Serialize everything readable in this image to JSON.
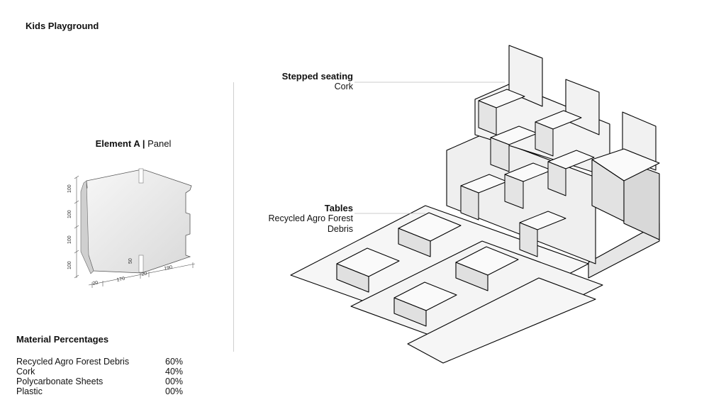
{
  "title": "Kids Playground",
  "element": {
    "name": "Element A |",
    "type": "Panel"
  },
  "dimensions": {
    "heights": [
      "100",
      "100",
      "100",
      "100"
    ],
    "widths": [
      "20",
      "170",
      "20",
      "190"
    ],
    "notch": "50"
  },
  "callouts": {
    "stepped": {
      "heading": "Stepped seating",
      "material": "Cork"
    },
    "tables": {
      "heading": "Tables",
      "line1": "Recycled Agro Forest",
      "line2": "Debris"
    }
  },
  "materials": {
    "heading": "Material Percentages",
    "items": [
      {
        "name": "Recycled Agro Forest Debris",
        "pct": "60%"
      },
      {
        "name": "Cork",
        "pct": "40%"
      },
      {
        "name": "Polycarbonate Sheets",
        "pct": "00%"
      },
      {
        "name": "Plastic",
        "pct": "00%"
      }
    ]
  },
  "colors": {
    "text": "#111111",
    "divider": "#cfcfcf",
    "line": "#000000",
    "face": "#f4f4f4"
  }
}
